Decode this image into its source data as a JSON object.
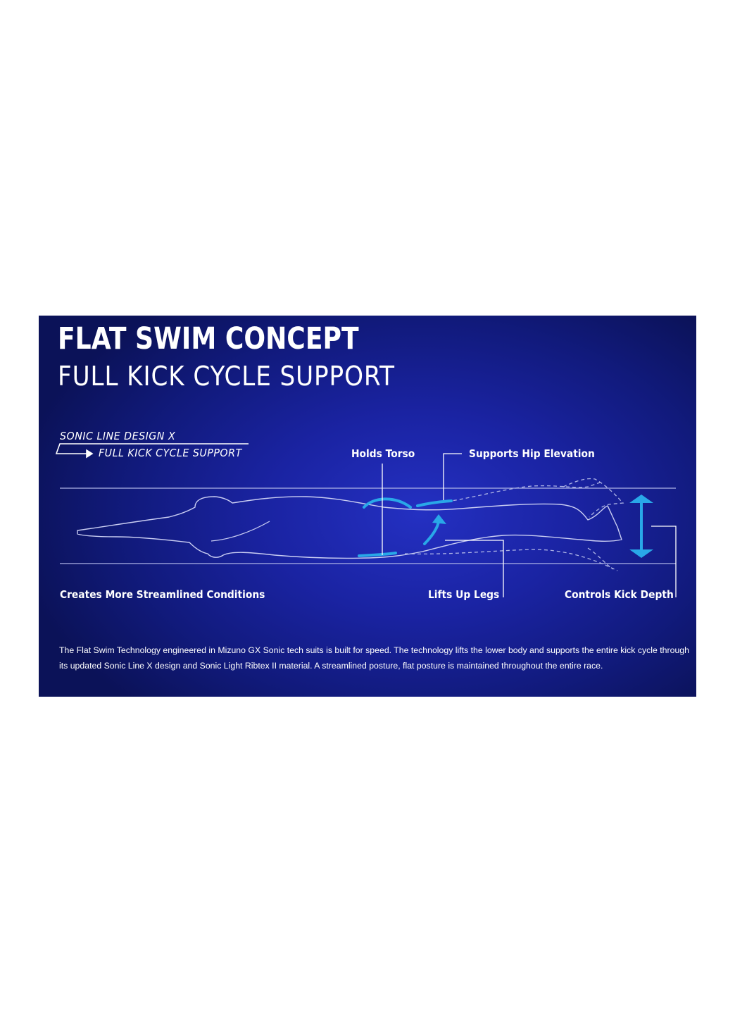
{
  "header": {
    "title": "FLAT SWIM CONCEPT",
    "subtitle": "FULL KICK CYCLE SUPPORT"
  },
  "legend": {
    "line1": "SONIC LINE DESIGN X",
    "line2": "FULL KICK CYCLE SUPPORT"
  },
  "callouts": {
    "holds_torso": "Holds Torso",
    "supports_hip": "Supports Hip Elevation",
    "streamlined": "Creates More Streamlined Conditions",
    "lifts_legs": "Lifts Up Legs",
    "kick_depth": "Controls Kick Depth"
  },
  "description": "The Flat Swim Technology engineered in Mizuno GX Sonic tech suits is built for speed. The technology lifts the lower body and supports the entire kick cycle through its updated Sonic Line X design and Sonic Light Ribtex II material. A streamlined posture, flat posture is maintained throughout the entire race.",
  "colors": {
    "background": "#151e8f",
    "accent": "#29a8e8",
    "outline": "#c9cdf2"
  }
}
